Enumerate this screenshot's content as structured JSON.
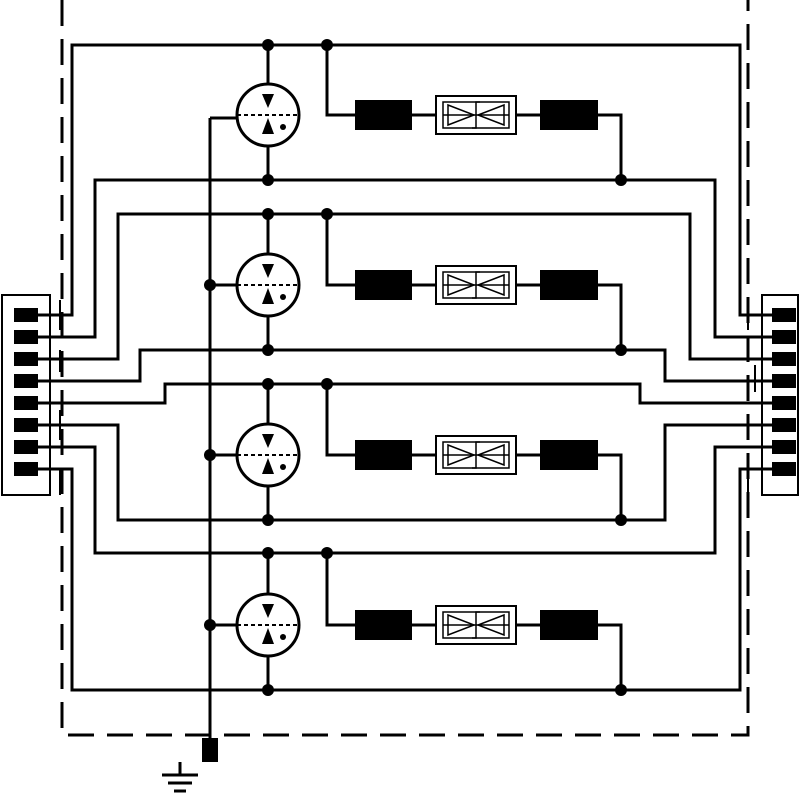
{
  "diagram": {
    "type": "surge-protection-schematic",
    "channels": 4,
    "connector_pins_per_side": 8,
    "components_per_channel": [
      "gas-discharge-tube",
      "series-resistor",
      "tvs-diode-bidirectional",
      "series-resistor"
    ],
    "has_ground_terminal": true,
    "has_enclosure_boundary": true,
    "line_color": "#000000",
    "background_color": "#ffffff"
  }
}
